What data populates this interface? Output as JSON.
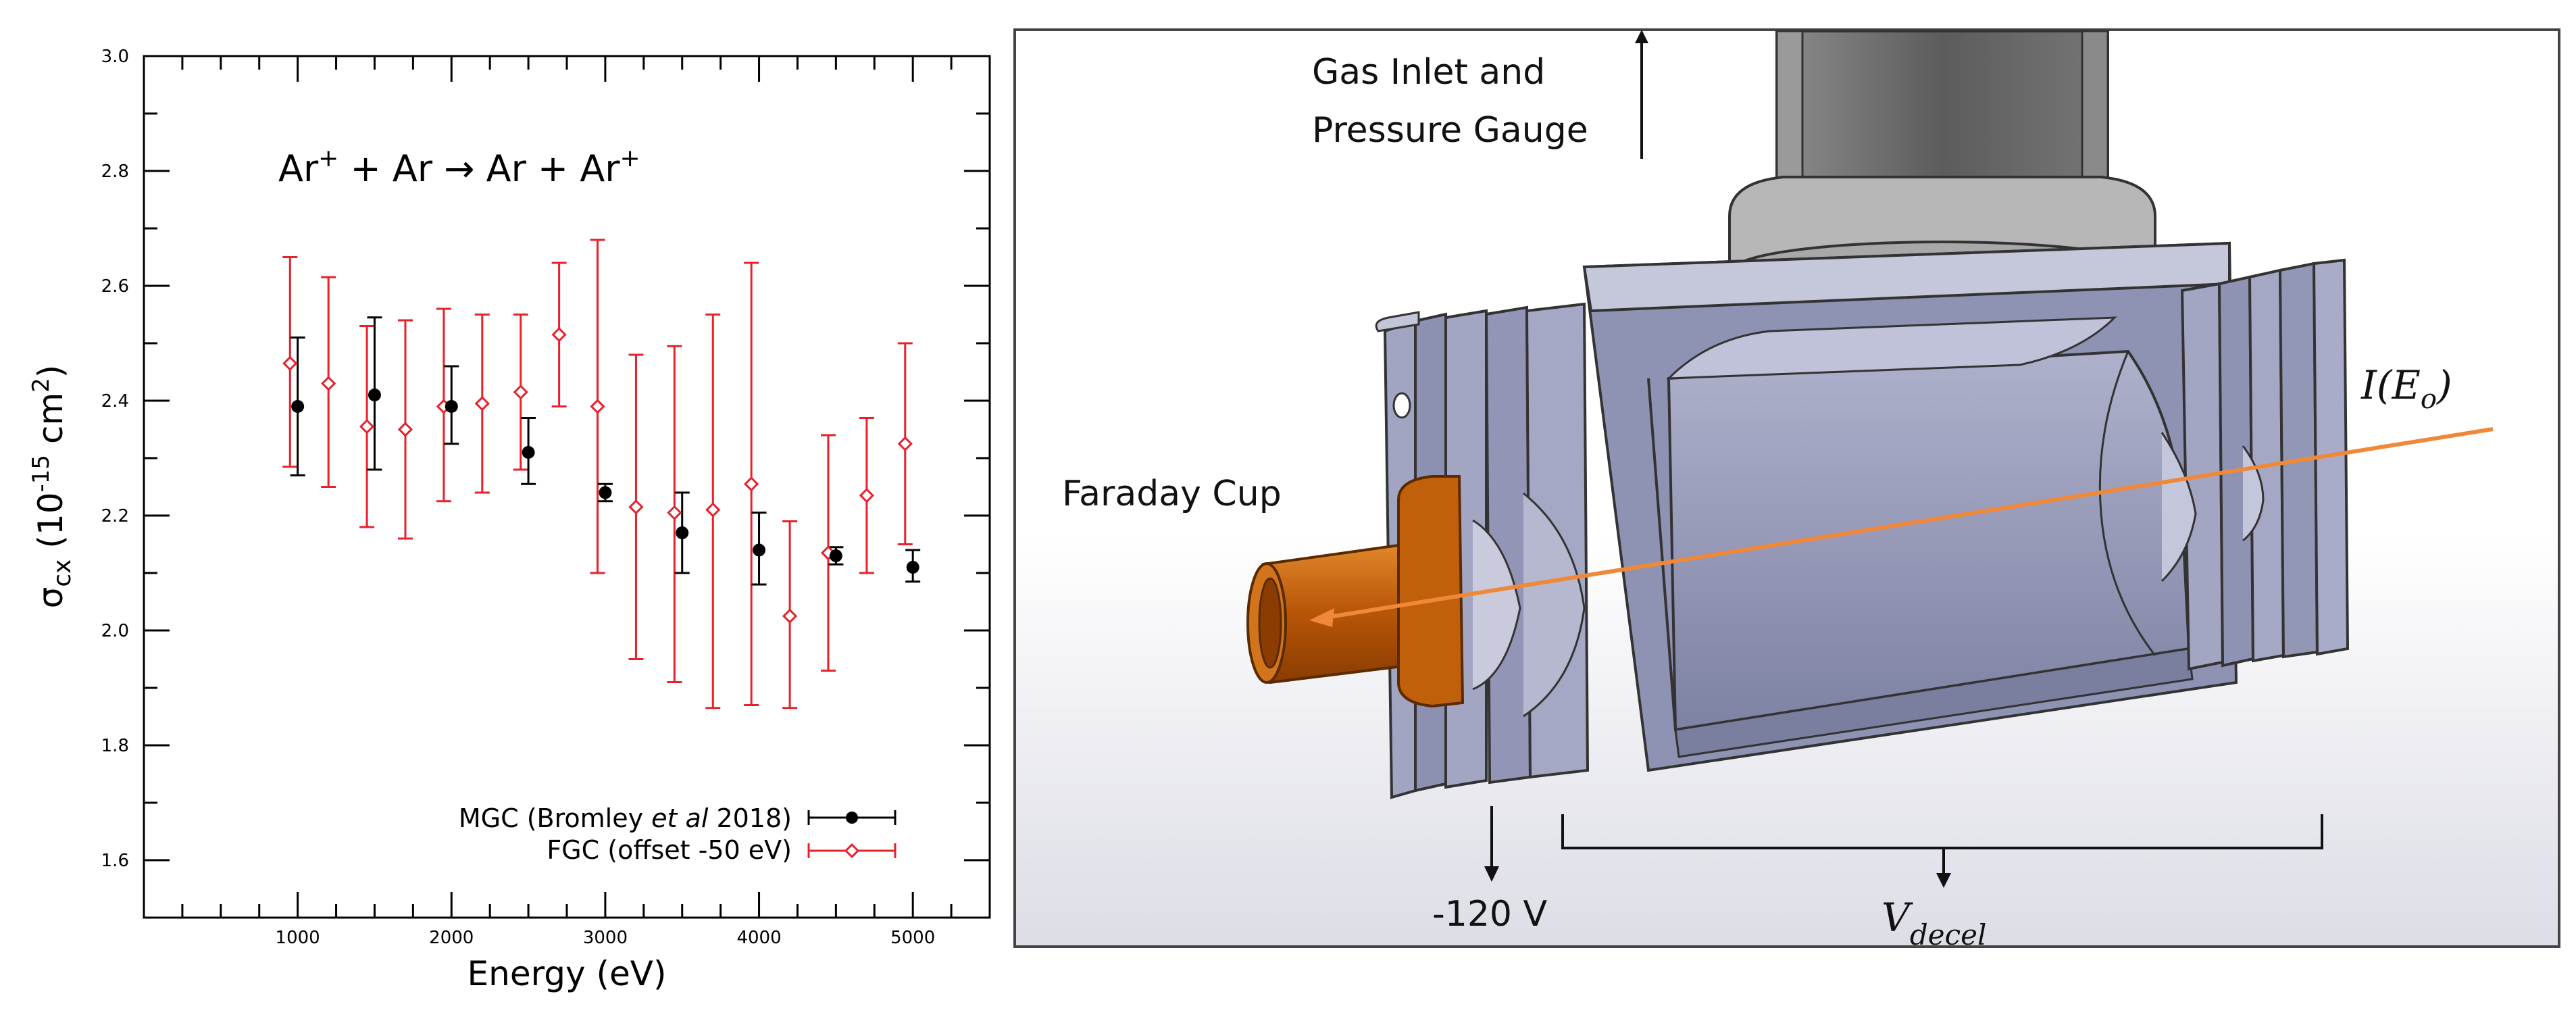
{
  "chart_data": {
    "type": "scatter",
    "xlabel": "Energy (eV)",
    "ylabel_main": "σ",
    "ylabel_sub": "cx",
    "ylabel_units_open": " (10",
    "ylabel_units_exp": "-15",
    "ylabel_units_mid": " cm",
    "ylabel_units_sq": "2",
    "ylabel_units_close": ")",
    "annotation": {
      "p1": "Ar",
      "s1": "+",
      "p2": " + Ar → Ar + Ar",
      "s2": "+"
    },
    "xlim": [
      0,
      5500
    ],
    "ylim": [
      1.5,
      3.0
    ],
    "x_ticks": [
      1000,
      2000,
      3000,
      4000,
      5000
    ],
    "x_tick_labels": [
      "1000",
      "2000",
      "3000",
      "4000",
      "5000"
    ],
    "y_ticks": [
      1.6,
      1.8,
      2.0,
      2.2,
      2.4,
      2.6,
      2.8,
      3.0
    ],
    "y_tick_labels": [
      "1.6",
      "1.8",
      "2.0",
      "2.2",
      "2.4",
      "2.6",
      "2.8",
      "3.0"
    ],
    "legend_position": "bottom-right",
    "series": [
      {
        "legend_parts": [
          "MGC (Bromley ",
          "et al",
          " 2018)"
        ],
        "color": "#000000",
        "marker": "filled-circle",
        "points": [
          {
            "x": 1000,
            "y": 2.39,
            "lo": 2.27,
            "hi": 2.51
          },
          {
            "x": 1500,
            "y": 2.41,
            "lo": 2.28,
            "hi": 2.545
          },
          {
            "x": 2000,
            "y": 2.39,
            "lo": 2.325,
            "hi": 2.46
          },
          {
            "x": 2500,
            "y": 2.31,
            "lo": 2.255,
            "hi": 2.37
          },
          {
            "x": 3000,
            "y": 2.24,
            "lo": 2.225,
            "hi": 2.255
          },
          {
            "x": 3500,
            "y": 2.17,
            "lo": 2.1,
            "hi": 2.24
          },
          {
            "x": 4000,
            "y": 2.14,
            "lo": 2.08,
            "hi": 2.205
          },
          {
            "x": 4500,
            "y": 2.13,
            "lo": 2.115,
            "hi": 2.145
          },
          {
            "x": 5000,
            "y": 2.11,
            "lo": 2.085,
            "hi": 2.14
          }
        ]
      },
      {
        "legend_parts": [
          "FGC (offset -50 eV)"
        ],
        "color": "#e8202a",
        "marker": "open-diamond",
        "points": [
          {
            "x": 950,
            "y": 2.465,
            "lo": 2.285,
            "hi": 2.65
          },
          {
            "x": 1200,
            "y": 2.43,
            "lo": 2.25,
            "hi": 2.615
          },
          {
            "x": 1450,
            "y": 2.355,
            "lo": 2.18,
            "hi": 2.53
          },
          {
            "x": 1700,
            "y": 2.35,
            "lo": 2.16,
            "hi": 2.54
          },
          {
            "x": 1950,
            "y": 2.39,
            "lo": 2.225,
            "hi": 2.56
          },
          {
            "x": 2200,
            "y": 2.395,
            "lo": 2.24,
            "hi": 2.55
          },
          {
            "x": 2450,
            "y": 2.415,
            "lo": 2.28,
            "hi": 2.55
          },
          {
            "x": 2700,
            "y": 2.515,
            "lo": 2.39,
            "hi": 2.64
          },
          {
            "x": 2950,
            "y": 2.39,
            "lo": 2.1,
            "hi": 2.68
          },
          {
            "x": 3200,
            "y": 2.215,
            "lo": 1.95,
            "hi": 2.48
          },
          {
            "x": 3450,
            "y": 2.205,
            "lo": 1.91,
            "hi": 2.495
          },
          {
            "x": 3700,
            "y": 2.21,
            "lo": 1.865,
            "hi": 2.55
          },
          {
            "x": 3950,
            "y": 2.255,
            "lo": 1.87,
            "hi": 2.64
          },
          {
            "x": 4200,
            "y": 2.025,
            "lo": 1.865,
            "hi": 2.19
          },
          {
            "x": 4450,
            "y": 2.135,
            "lo": 1.93,
            "hi": 2.34
          },
          {
            "x": 4700,
            "y": 2.235,
            "lo": 2.1,
            "hi": 2.37
          },
          {
            "x": 4950,
            "y": 2.325,
            "lo": 2.15,
            "hi": 2.5
          }
        ]
      }
    ]
  },
  "diagram": {
    "gas_inlet_line1": "Gas Inlet and",
    "gas_inlet_line2": "Pressure Gauge",
    "faraday_cup": "Faraday Cup",
    "beam_current_label": "I(E",
    "beam_current_sub": "o",
    "beam_current_close": ")",
    "voltage_cup": "-120 V",
    "voltage_decel_main": "V",
    "voltage_decel_sub": "decel",
    "colors": {
      "body_steel": "#9ea1c0",
      "body_dark": "#6f7395",
      "copper": "#c9660a",
      "beam": "#f0883a",
      "tube": "#6e6e6e"
    }
  }
}
